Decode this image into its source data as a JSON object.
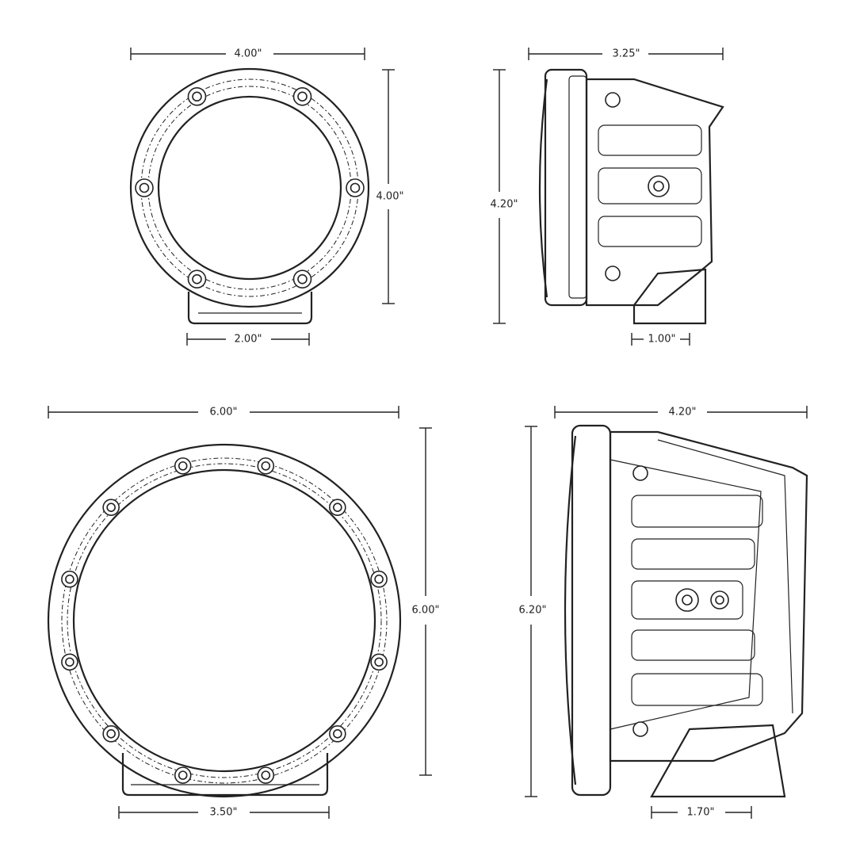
{
  "views": {
    "small_front": {
      "width": "4.00\"",
      "height": "4.00\"",
      "mount": "2.00\""
    },
    "small_side": {
      "depth": "3.25\"",
      "height": "4.20\"",
      "mount": "1.00\""
    },
    "large_front": {
      "width": "6.00\"",
      "height": "6.00\"",
      "mount": "3.50\""
    },
    "large_side": {
      "depth": "4.20\"",
      "height": "6.20\"",
      "mount": "1.70\""
    }
  },
  "colors": {
    "line": "#222222",
    "background": "#ffffff"
  }
}
